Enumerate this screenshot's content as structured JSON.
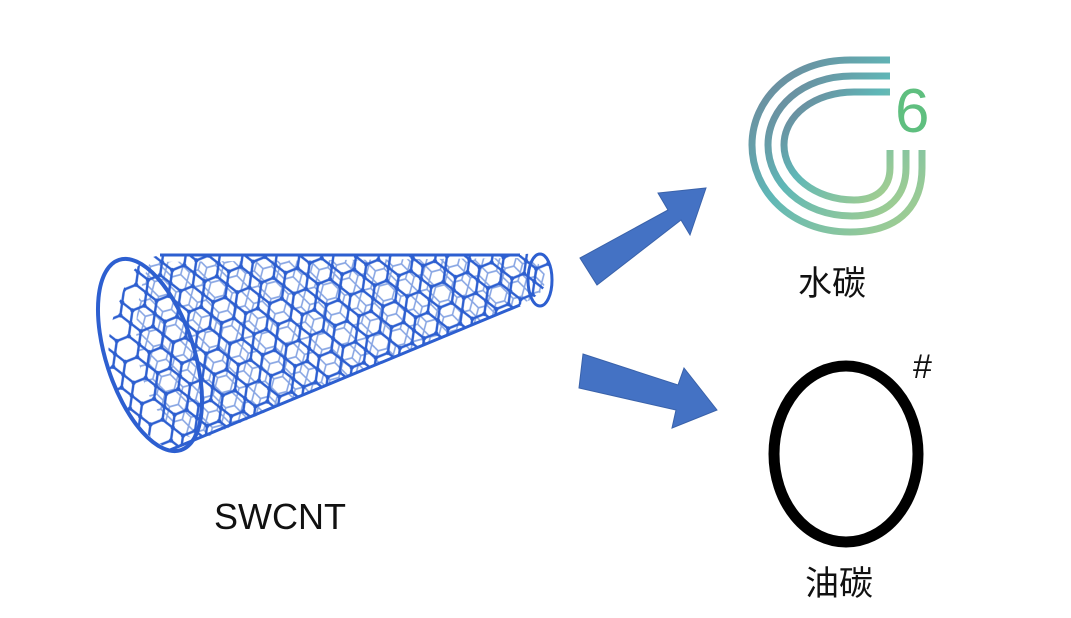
{
  "source": {
    "label": "SWCNT",
    "image_icon": "carbon-nanotube-icon",
    "tube_color": "#2d5fd0"
  },
  "products": [
    {
      "label": "水碳",
      "logo_icon": "g6-logo-icon",
      "logo_text": "G6"
    },
    {
      "label": "油碳",
      "logo_icon": "o-hash-logo-icon",
      "logo_text": "O#"
    }
  ],
  "arrows": [
    {
      "name": "arrow-to-water-carbon",
      "color": "#4472c4"
    },
    {
      "name": "arrow-to-oil-carbon",
      "color": "#4472c4"
    }
  ],
  "colors": {
    "arrow": "#4472c4",
    "tube": "#2d5fd0",
    "logo_green": "#5fbf7f",
    "logo_slate": "#6f7f97"
  }
}
